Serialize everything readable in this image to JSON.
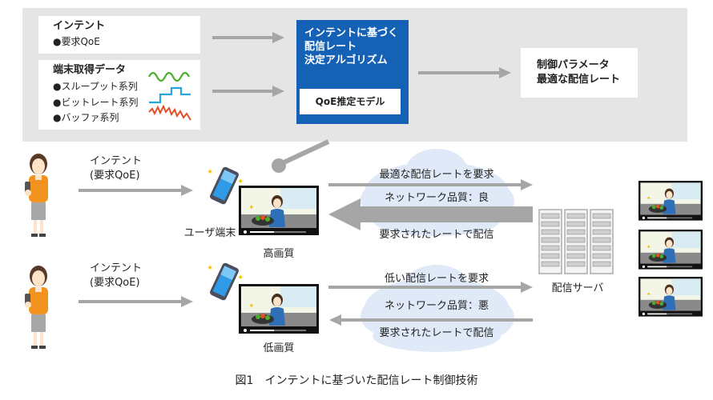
{
  "panel": {
    "intent_box": {
      "title": "インテント",
      "item": "●要求QoE"
    },
    "terminal_box": {
      "title": "端末取得データ",
      "items": [
        "●スループット系列",
        "●ビットレート系列",
        "●バッファ系列"
      ]
    },
    "algorithm": {
      "title_lines": [
        "インテントに基づく",
        "配信レート",
        "決定アルゴリズム"
      ],
      "model": "QoE推定モデル"
    },
    "output": {
      "lines": [
        "制御パラメータ",
        "最適な配信レート"
      ]
    }
  },
  "upper": {
    "intent_lines": [
      "インテント",
      "(要求QoE)"
    ],
    "terminal_label": "ユーザ端末",
    "quality_label": "高画質",
    "request": "最適な配信レートを要求",
    "network": "ネットワーク品質：良",
    "delivery": "要求されたレートで配信"
  },
  "lower": {
    "intent_lines": [
      "インテント",
      "(要求QoE)"
    ],
    "quality_label": "低画質",
    "request": "低い配信レートを要求",
    "network": "ネットワーク品質：悪",
    "delivery": "要求されたレートで配信"
  },
  "server_label": "配信サーバ",
  "caption": "図1　インテントに基づいた配信レート制御技術",
  "colors": {
    "algorithm_fill": "#1561b5",
    "throughput_line": "#4caf2a",
    "bitrate_line": "#29a3dc",
    "buffer_line": "#e2502a",
    "person_shirt": "#f2921f",
    "cloud": "#dfe9f7"
  }
}
